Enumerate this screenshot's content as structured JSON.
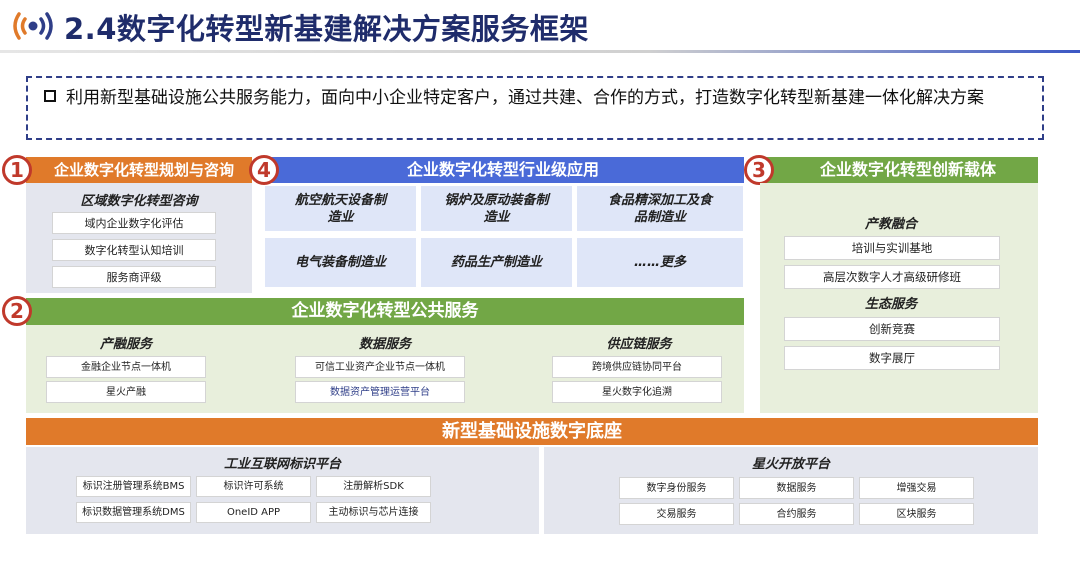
{
  "header": {
    "title": "2.4数字化转型新基建解决方案服务框架",
    "logo_icon": "signal-broadcast-icon"
  },
  "intro": {
    "text": "利用新型基础设施公共服务能力，面向中小企业特定客户，通过共建、合作的方式，打造数字化转型新基建一体化解决方案"
  },
  "planning": {
    "number": "1",
    "title": "企业数字化转型规划与咨询",
    "subtitle": "区域数字化转型咨询",
    "items": [
      "域内企业数字化评估",
      "数字化转型认知培训",
      "服务商评级"
    ]
  },
  "industry": {
    "number": "4",
    "title": "企业数字化转型行业级应用",
    "tiles": [
      "航空航天设备制造业",
      "锅炉及原动装备制造业",
      "食品精深加工及食品制造业",
      "电气装备制造业",
      "药品生产制造业",
      "……更多"
    ]
  },
  "innovation": {
    "number": "3",
    "title": "企业数字化转型创新载体",
    "groups": [
      {
        "title": "产教融合",
        "items": [
          "培训与实训基地",
          "高层次数字人才高级研修班"
        ]
      },
      {
        "title": "生态服务",
        "items": [
          "创新竞赛",
          "数字展厅"
        ]
      }
    ]
  },
  "public": {
    "number": "2",
    "title": "企业数字化转型公共服务",
    "groups": [
      {
        "title": "产融服务",
        "items": [
          "金融企业节点一体机",
          "星火产融"
        ]
      },
      {
        "title": "数据服务",
        "items": [
          "可信工业资产企业节点一体机",
          "数据资产管理运营平台"
        ]
      },
      {
        "title": "供应链服务",
        "items": [
          "跨境供应链协同平台",
          "星火数字化追溯"
        ]
      }
    ]
  },
  "base": {
    "title": "新型基础设施数字底座",
    "left": {
      "title": "工业互联网标识平台",
      "items": [
        "标识注册管理系统BMS",
        "标识许可系统",
        "注册解析SDK",
        "标识数据管理系统DMS",
        "OneID APP",
        "主动标识与芯片连接"
      ]
    },
    "right": {
      "title": "星火开放平台",
      "items": [
        "数字身份服务",
        "数据服务",
        "增强交易",
        "交易服务",
        "合约服务",
        "区块服务"
      ]
    }
  },
  "colors": {
    "orange": "#e07a2a",
    "blue": "#4a6ad8",
    "green": "#72a746",
    "navy": "#1f2c6b",
    "number_red": "#c0392b"
  }
}
